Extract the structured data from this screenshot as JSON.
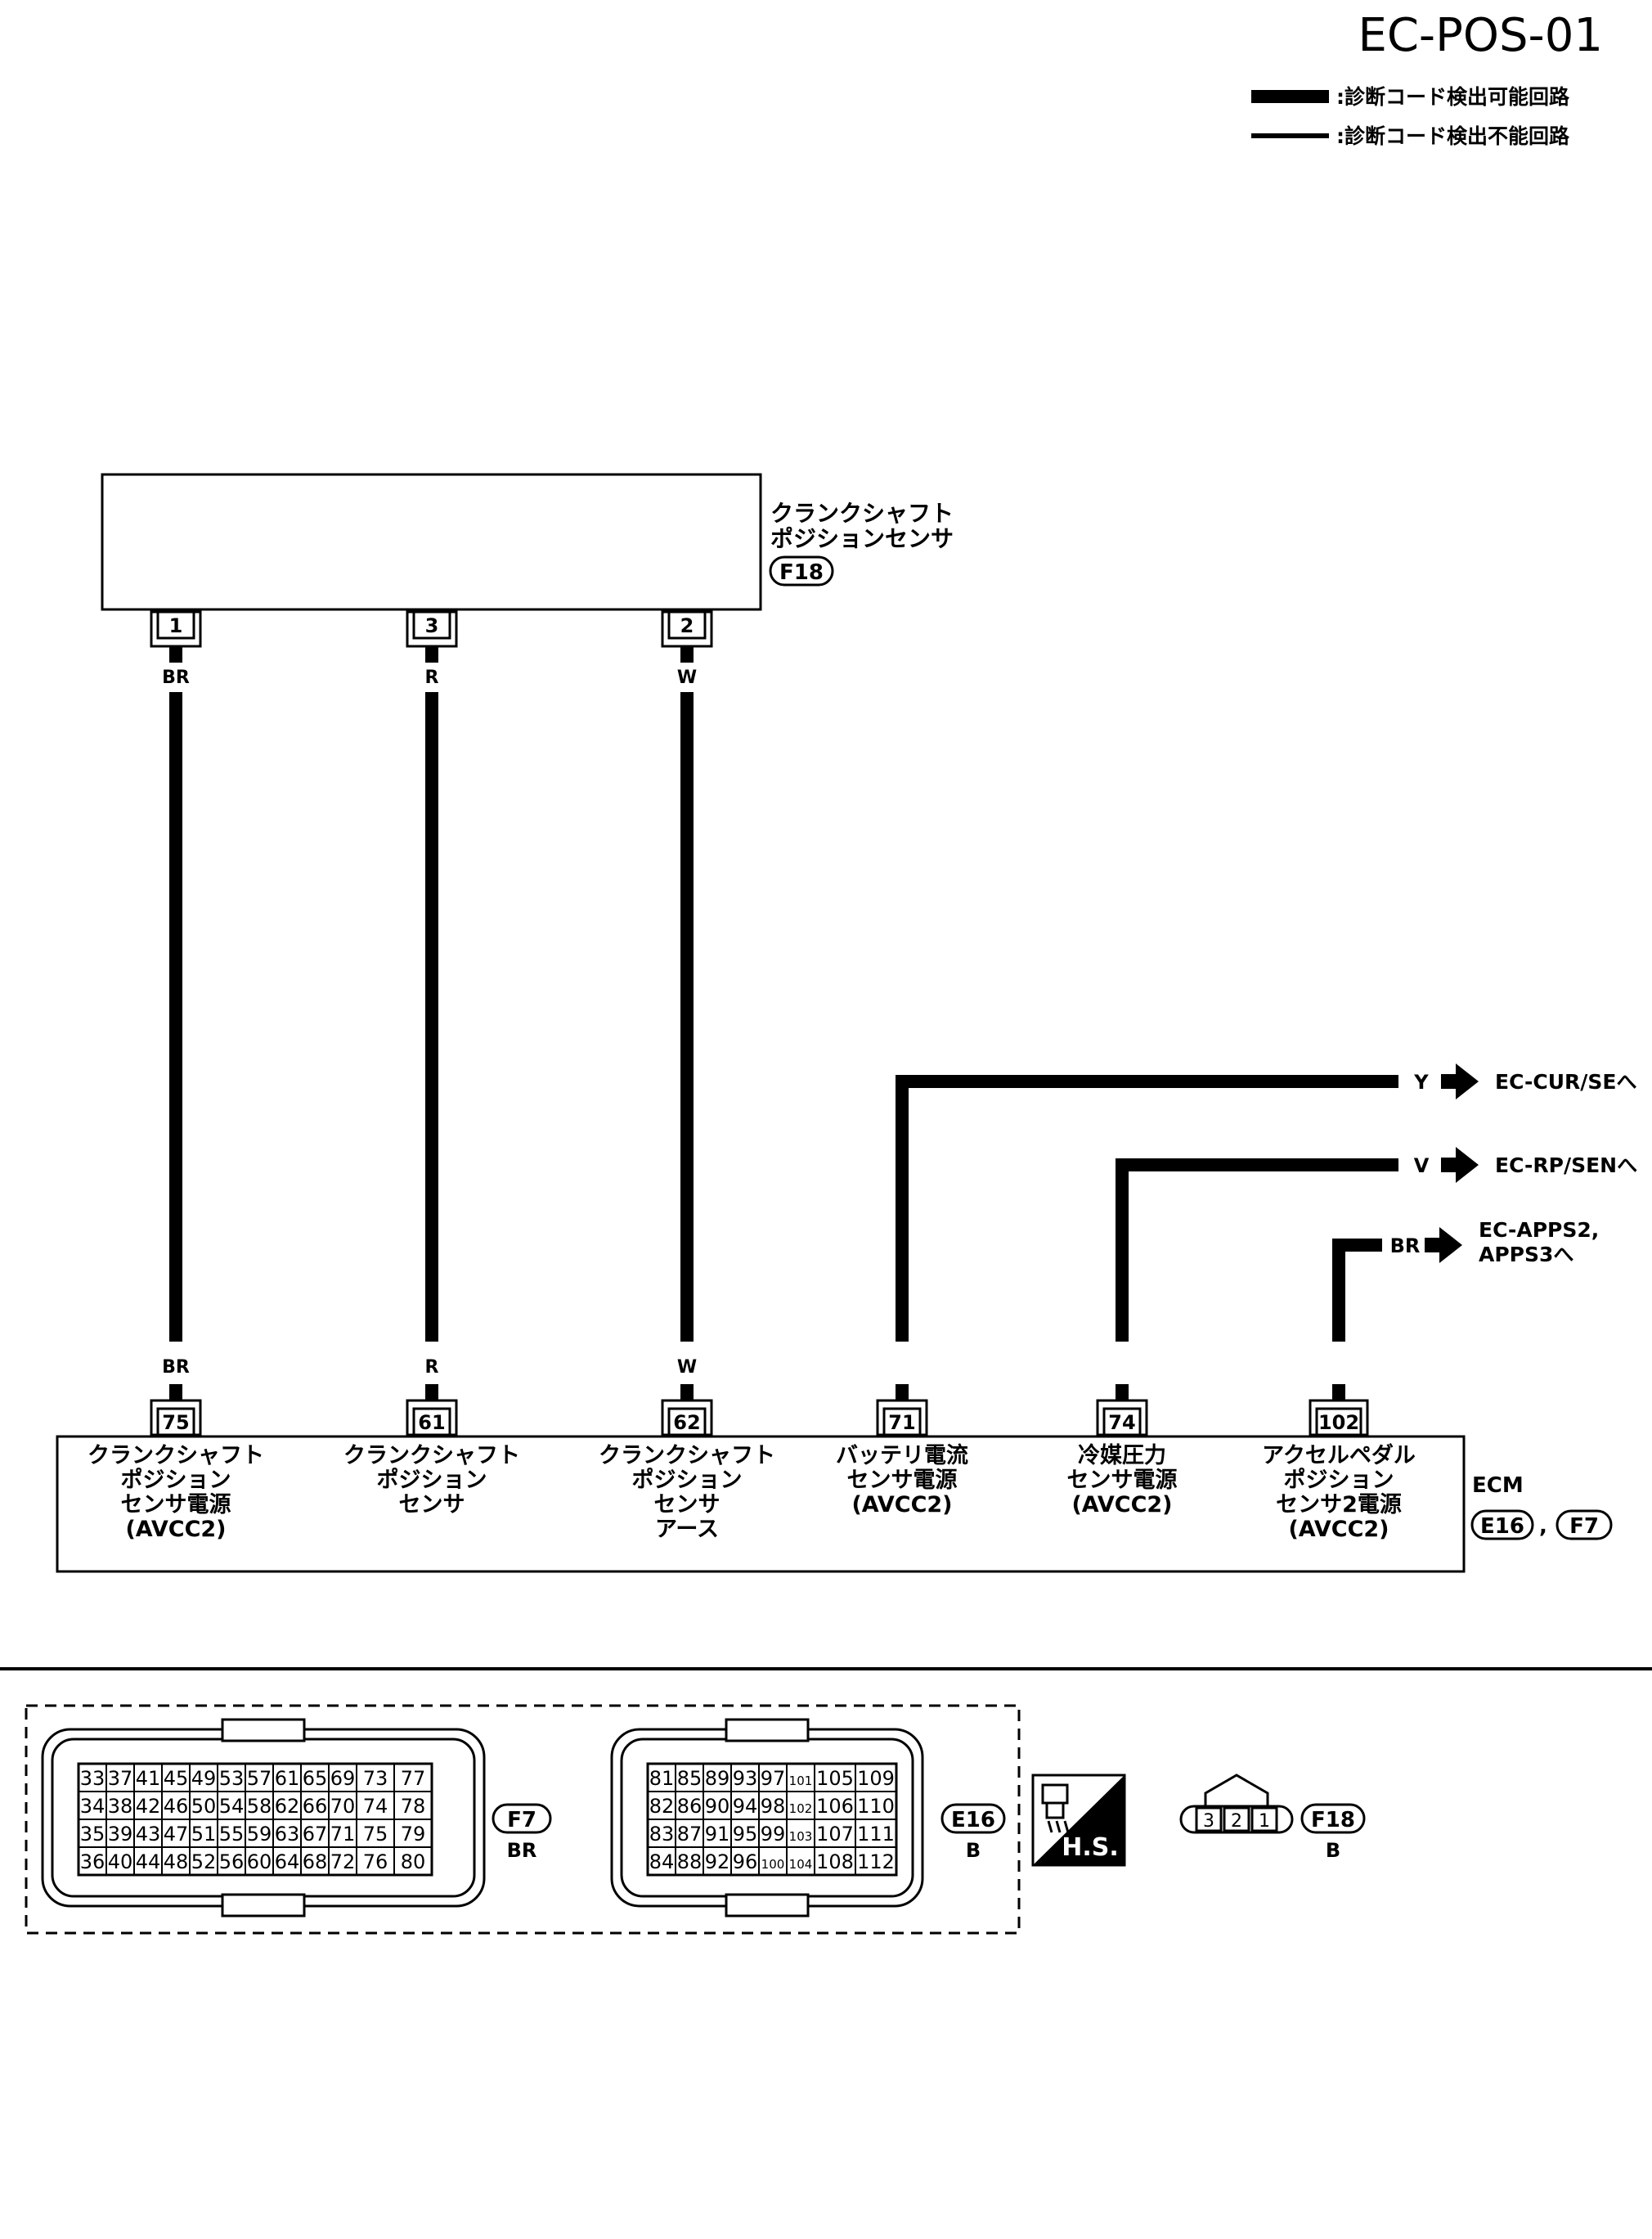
{
  "page_code": "EC-POS-01",
  "legend": [
    {
      "label": ":診断コード検出可能回路"
    },
    {
      "label": ":診断コード検出不能回路"
    }
  ],
  "sensor": {
    "name_line1": "クランクシャフト",
    "name_line2": "ポジションセンサ",
    "connector": "F18",
    "pins": [
      "1",
      "3",
      "2"
    ]
  },
  "wires": [
    {
      "top_color": "BR",
      "bottom_color": "BR"
    },
    {
      "top_color": "R",
      "bottom_color": "R"
    },
    {
      "top_color": "W",
      "bottom_color": "W"
    }
  ],
  "branches": [
    {
      "color": "Y",
      "target_line1": "EC-CUR/SEへ",
      "target_line2": ""
    },
    {
      "color": "V",
      "target_line1": "EC-RP/SENへ",
      "target_line2": ""
    },
    {
      "color": "BR",
      "target_line1": "EC-APPS2,",
      "target_line2": "APPS3へ"
    }
  ],
  "ecm": {
    "name": "ECM",
    "connector1": "E16",
    "separator": ",",
    "connector2": "F7",
    "terminals": [
      {
        "pin": "75",
        "color": "BR",
        "lines": [
          "クランクシャフト",
          "ポジション",
          "センサ電源",
          "(AVCC2)"
        ]
      },
      {
        "pin": "61",
        "color": "R",
        "lines": [
          "クランクシャフト",
          "ポジション",
          "センサ"
        ]
      },
      {
        "pin": "62",
        "color": "W",
        "lines": [
          "クランクシャフト",
          "ポジション",
          "センサ",
          "アース"
        ]
      },
      {
        "pin": "71",
        "color": "Y",
        "lines": [
          "バッテリ電流",
          "センサ電源",
          "(AVCC2)"
        ]
      },
      {
        "pin": "74",
        "color": "V",
        "lines": [
          "冷媒圧力",
          "センサ電源",
          "(AVCC2)"
        ]
      },
      {
        "pin": "102",
        "color": "BR",
        "lines": [
          "アクセルペダル",
          "ポジション",
          "センサ2電源",
          "(AVCC2)"
        ]
      }
    ]
  },
  "connector_views": {
    "f7": {
      "name": "F7",
      "color": "BR",
      "rows": [
        [
          "33",
          "37",
          "41",
          "45",
          "49",
          "53",
          "57",
          "61",
          "65",
          "69",
          "73",
          "77"
        ],
        [
          "34",
          "38",
          "42",
          "46",
          "50",
          "54",
          "58",
          "62",
          "66",
          "70",
          "74",
          "78"
        ],
        [
          "35",
          "39",
          "43",
          "47",
          "51",
          "55",
          "59",
          "63",
          "67",
          "71",
          "75",
          "79"
        ],
        [
          "36",
          "40",
          "44",
          "48",
          "52",
          "56",
          "60",
          "64",
          "68",
          "72",
          "76",
          "80"
        ]
      ]
    },
    "e16": {
      "name": "E16",
      "color": "B",
      "rows": [
        [
          "81",
          "85",
          "89",
          "93",
          "97",
          "101",
          "105",
          "109"
        ],
        [
          "82",
          "86",
          "90",
          "94",
          "98",
          "102",
          "106",
          "110"
        ],
        [
          "83",
          "87",
          "91",
          "95",
          "99",
          "103",
          "107",
          "111"
        ],
        [
          "84",
          "88",
          "92",
          "96",
          "100",
          "104",
          "108",
          "112"
        ]
      ]
    },
    "hs_label": "H.S.",
    "f18": {
      "name": "F18",
      "color": "B",
      "pins": [
        "3",
        "2",
        "1"
      ]
    }
  }
}
